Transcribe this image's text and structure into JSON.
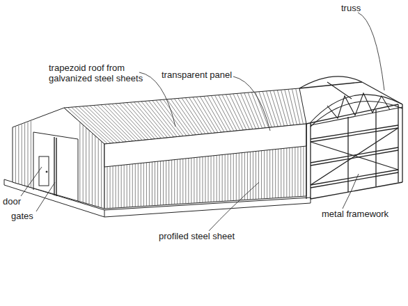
{
  "diagram": {
    "labels": [
      "trapezoid roof from galvanized steel sheets",
      "transparent panel",
      "truss",
      "door",
      "gates",
      "profiled steel sheet",
      "metal framework"
    ]
  }
}
